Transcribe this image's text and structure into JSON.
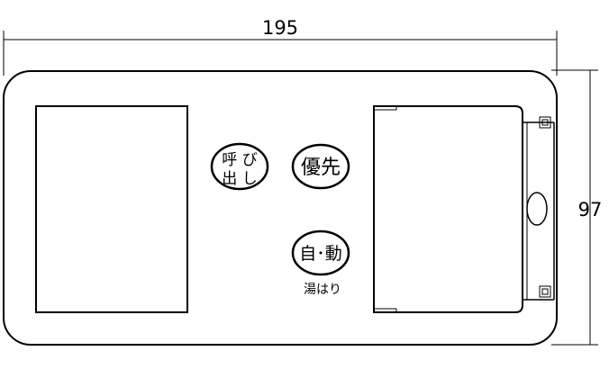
{
  "dimensions": {
    "width_label": "195",
    "height_label": "97"
  },
  "buttons": {
    "call": {
      "line1": "呼 び",
      "line2": "出 し"
    },
    "priority": {
      "label": "優先"
    },
    "auto": {
      "label": "自･動",
      "caption": "湯はり"
    }
  },
  "colors": {
    "stroke": "#000000",
    "background": "#ffffff"
  }
}
